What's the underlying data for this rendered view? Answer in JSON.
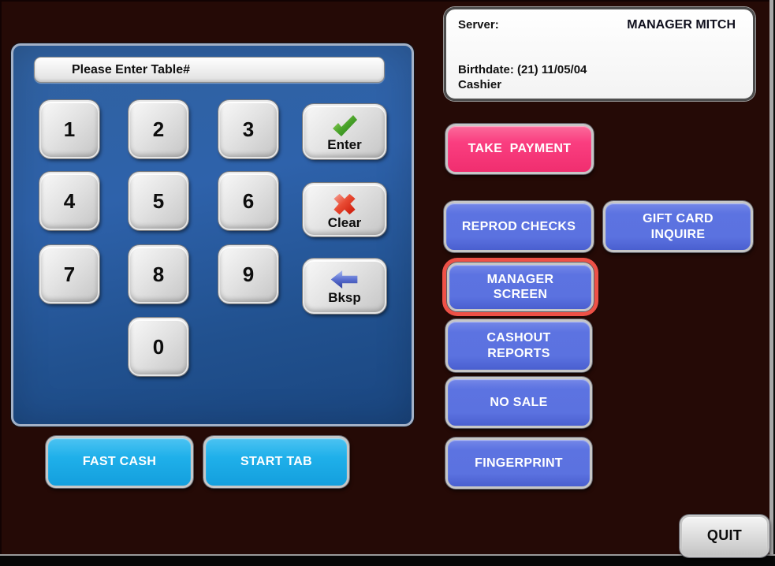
{
  "display": {
    "prompt": "Please Enter Table#"
  },
  "server_panel": {
    "server_label": "Server:",
    "server_name": "MANAGER MITCH",
    "birthdate": "Birthdate: (21) 11/05/04",
    "role": "Cashier"
  },
  "keypad": {
    "keys": [
      "1",
      "2",
      "3",
      "4",
      "5",
      "6",
      "7",
      "8",
      "9",
      "0"
    ],
    "enter_label": "Enter",
    "clear_label": "Clear",
    "bksp_label": "Bksp"
  },
  "icons": {
    "enter": "green-checkmark-icon",
    "clear": "red-x-icon",
    "bksp": "blue-left-arrow-icon"
  },
  "left_actions": {
    "fast_cash": "FAST CASH",
    "start_tab": "START TAB"
  },
  "right_actions": {
    "take_payment": "TAKE  PAYMENT",
    "reprod_checks": "REPROD CHECKS",
    "gift_card_inquire": "GIFT CARD\nINQUIRE",
    "manager_screen": "MANAGER\nSCREEN",
    "cashout_reports": "CASHOUT\nREPORTS",
    "no_sale": "NO SALE",
    "fingerprint": "FINGERPRINT"
  },
  "quit_label": "QUIT",
  "colors": {
    "background_maroon": "#250a06",
    "keypad_panel_blue": "#2b5ca3",
    "action_blue": "#5b72e0",
    "take_payment_pink": "#fa3e80",
    "tab_cyan": "#1fb0ea",
    "highlight_ring_red": "#ee5147",
    "key_gray": "#d9d9d9"
  }
}
